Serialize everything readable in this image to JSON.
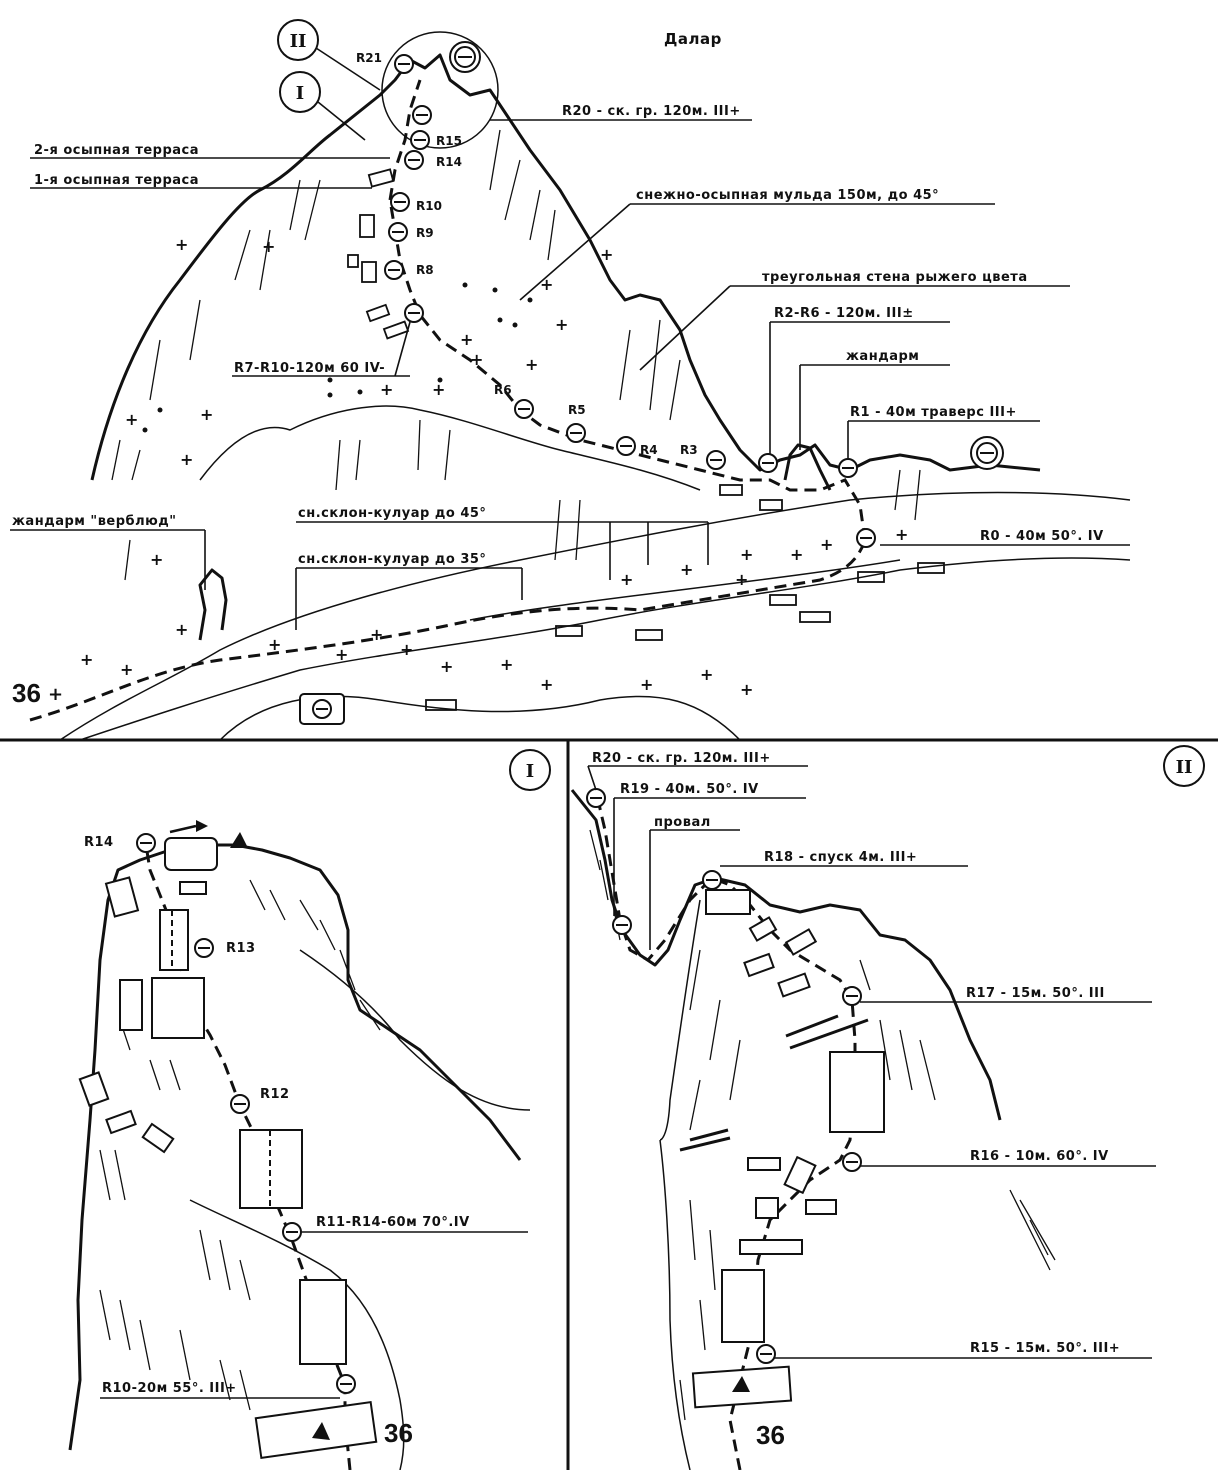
{
  "title": "Далар",
  "main": {
    "labels": {
      "terrace2": "2-я осыпная терраса",
      "terrace1": "1-я осыпная терраса",
      "mulda": "снежно-осыпная мульда 150м, до 45°",
      "wall": "треугольная стена рыжего цвета",
      "r20": "R20 - ск. гр. 120м. III+",
      "r2r6": "R2-R6 - 120м.   III±",
      "jandarm": "жандарм",
      "r1": "R1 - 40м траверс III+",
      "r0": "R0 - 40м 50°. IV",
      "r7r10": "R7-R10-120м 60  IV-",
      "verblud": "жандарм \"верблюд\"",
      "kuluar45": "сн.склон-кулуар до 45°",
      "kuluar35": "сн.склон-кулуар до 35°",
      "camp": "36"
    },
    "points": [
      "R21",
      "R15",
      "R14",
      "R10",
      "R9",
      "R8",
      "R6",
      "R5",
      "R4",
      "R3"
    ],
    "inset_markers": [
      "II",
      "I"
    ]
  },
  "panel1": {
    "marker": "I",
    "r14": "R14",
    "r13": "R13",
    "r12": "R12",
    "r11r14": "R11-R14-60м 70°.IV",
    "r10": "R10-20м 55°. III+",
    "camp": "36"
  },
  "panel2": {
    "marker": "II",
    "r20": "R20 - ск. гр. 120м. III+",
    "r19": "R19 - 40м. 50°. IV",
    "proval": "провал",
    "r18": "R18 - спуск 4м. III+",
    "r17": "R17 - 15м. 50°. III",
    "r16": "R16 - 10м. 60°. IV",
    "r15": "R15 - 15м. 50°. III+",
    "camp": "36"
  }
}
